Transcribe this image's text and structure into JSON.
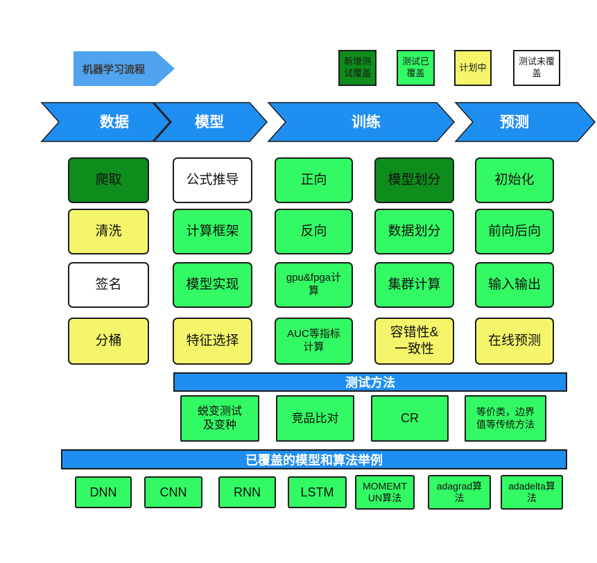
{
  "title_banner": "机器学习流程",
  "colors": {
    "new_covered_dark_green": "#0E8C1C",
    "covered_green": "#33FA64",
    "planned_yellow": "#F5F56B",
    "not_covered_white": "#FFFFFF",
    "flow_blue": "#1F8EF1",
    "title_blue": "#4FA3EF"
  },
  "legend": {
    "items": [
      {
        "label": "新增测试覆盖",
        "status": "new-covered",
        "color": "#0E8C1C"
      },
      {
        "label": "测试已覆盖",
        "status": "covered",
        "color": "#33FA64"
      },
      {
        "label": "计划中",
        "status": "planned",
        "color": "#F5F56B"
      },
      {
        "label": "测试未覆盖",
        "status": "not-covered",
        "color": "#FFFFFF"
      }
    ]
  },
  "pipeline": {
    "stages": [
      {
        "label": "数据"
      },
      {
        "label": "模型"
      },
      {
        "label": "训练"
      },
      {
        "label": "预测"
      }
    ]
  },
  "grid": {
    "columns": [
      {
        "stage": "数据",
        "cells": [
          {
            "label": "爬取",
            "status": "new-covered"
          },
          {
            "label": "清洗",
            "status": "planned"
          },
          {
            "label": "签名",
            "status": "not-covered"
          },
          {
            "label": "分桶",
            "status": "planned"
          }
        ]
      },
      {
        "stage": "模型",
        "cells": [
          {
            "label": "公式推导",
            "status": "not-covered"
          },
          {
            "label": "计算框架",
            "status": "covered"
          },
          {
            "label": "模型实现",
            "status": "covered"
          },
          {
            "label": "特征选择",
            "status": "planned"
          }
        ]
      },
      {
        "stage": "训练",
        "cells": [
          {
            "label": "正向",
            "status": "covered"
          },
          {
            "label": "反向",
            "status": "covered"
          },
          {
            "label": "gpu&fpga计算",
            "status": "covered"
          },
          {
            "label": "AUC等指标计算",
            "status": "covered"
          }
        ]
      },
      {
        "stage": "训练",
        "cells": [
          {
            "label": "模型划分",
            "status": "new-covered"
          },
          {
            "label": "数据划分",
            "status": "covered"
          },
          {
            "label": "集群计算",
            "status": "covered"
          },
          {
            "label": "容错性&一致性",
            "status": "planned"
          }
        ]
      },
      {
        "stage": "预测",
        "cells": [
          {
            "label": "初始化",
            "status": "covered"
          },
          {
            "label": "前向后向",
            "status": "covered"
          },
          {
            "label": "输入输出",
            "status": "covered"
          },
          {
            "label": "在线预测",
            "status": "planned"
          }
        ]
      }
    ]
  },
  "test_methods": {
    "banner": "测试方法",
    "items": [
      {
        "label": "蜕变测试及变种",
        "status": "covered"
      },
      {
        "label": "竞品比对",
        "status": "covered"
      },
      {
        "label": "CR",
        "status": "covered"
      },
      {
        "label": "等价类，边界值等传统方法",
        "status": "covered"
      }
    ]
  },
  "covered_models": {
    "banner": "已覆盖的模型和算法举例",
    "items": [
      {
        "label": "DNN"
      },
      {
        "label": "CNN"
      },
      {
        "label": "RNN"
      },
      {
        "label": "LSTM"
      },
      {
        "label": "MOMEMTUN算法"
      },
      {
        "label": "adagrad算法"
      },
      {
        "label": "adadelta算法"
      }
    ]
  }
}
